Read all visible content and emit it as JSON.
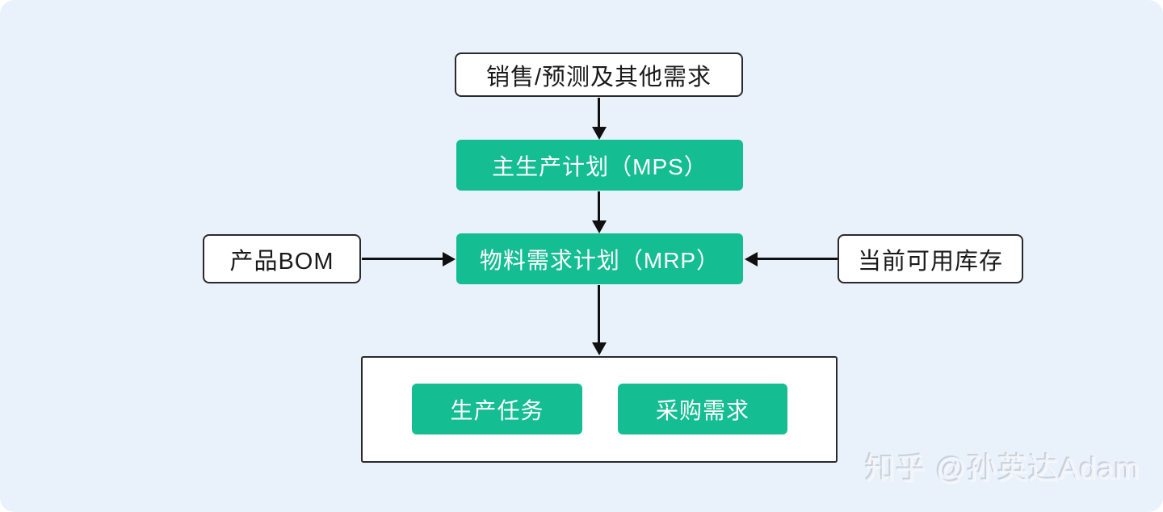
{
  "nodes": {
    "demand": "销售/预测及其他需求",
    "mps": "主生产计划（MPS）",
    "mrp": "物料需求计划（MRP）",
    "bom": "产品BOM",
    "inventory": "当前可用库存",
    "production_task": "生产任务",
    "purchase_demand": "采购需求"
  },
  "watermark": "知乎 @孙英达Adam",
  "colors": {
    "node_green": "#15bd92",
    "node_text_on_green": "#ffffff",
    "canvas_background": "#e9f1fb",
    "box_border": "#2a2a2a",
    "arrow": "#101010"
  }
}
